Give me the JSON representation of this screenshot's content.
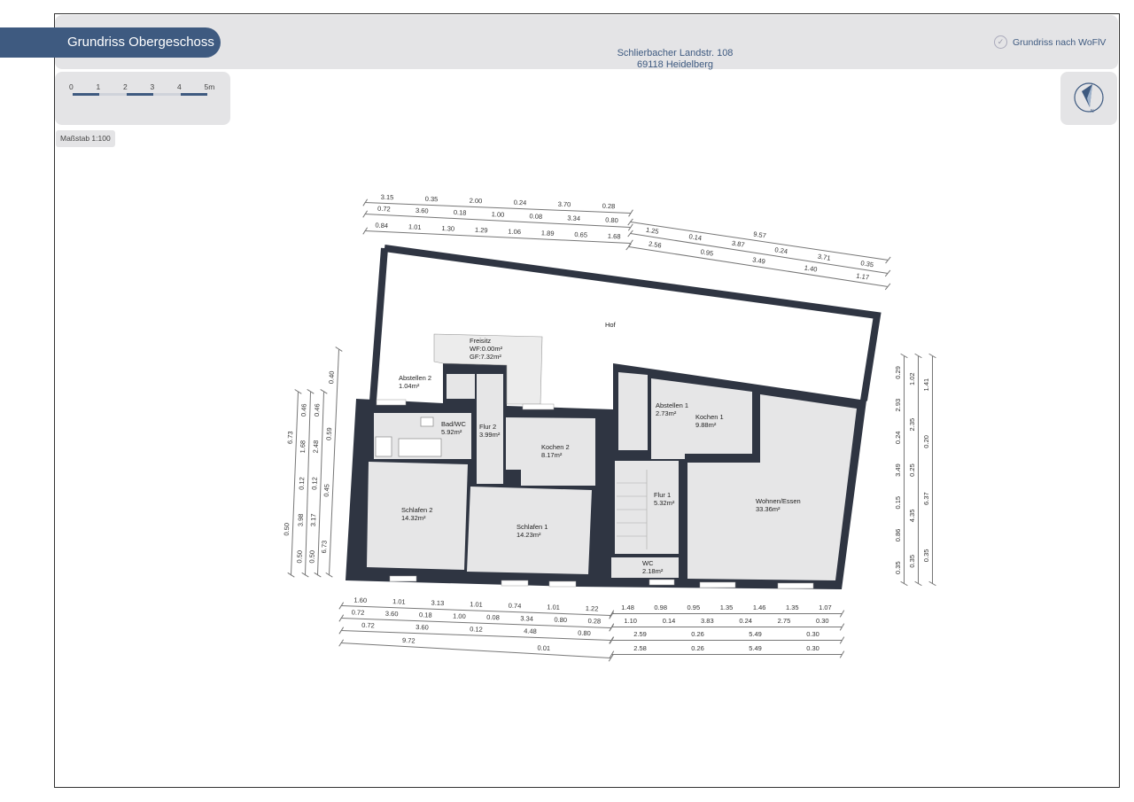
{
  "header": {
    "title": "Grundriss Obergeschoss",
    "address_line1": "Schlierbacher Landstr. 108",
    "address_line2": "69118 Heidelberg",
    "wofiv_label": "Grundriss nach WoFlV",
    "check_icon": "check-circle-icon"
  },
  "scale": {
    "ticks": [
      "0",
      "1",
      "2",
      "3",
      "4",
      "5m"
    ],
    "label": "Maßstab 1:100"
  },
  "compass": {
    "icon": "compass-north-icon",
    "label": "N"
  },
  "colors": {
    "accent": "#3e5a80",
    "wall": "#2f3542",
    "room": "#e6e6e7",
    "panel": "#e4e4e6"
  },
  "rooms": [
    {
      "name": "Hof",
      "area": ""
    },
    {
      "name": "Freisitz",
      "area": "WF:0.00m²",
      "area2": "GF:7.32m²"
    },
    {
      "name": "Abstellen 2",
      "area": "1.04m²"
    },
    {
      "name": "Bad/WC",
      "area": "5.92m²"
    },
    {
      "name": "Flur 2",
      "area": "3.99m²"
    },
    {
      "name": "Kochen 2",
      "area": "8.17m²"
    },
    {
      "name": "Schlafen 2",
      "area": "14.32m²"
    },
    {
      "name": "Schlafen 1",
      "area": "14.23m²"
    },
    {
      "name": "Abstellen 1",
      "area": "2.73m²"
    },
    {
      "name": "Kochen 1",
      "area": "9.88m²"
    },
    {
      "name": "Flur 1",
      "area": "5.32m²"
    },
    {
      "name": "WC",
      "area": "2.18m²"
    },
    {
      "name": "Wohnen/Essen",
      "area": "33.36m²"
    }
  ],
  "dimensions": {
    "top_left": [
      [
        "3.15",
        "0.35",
        "2.00",
        "0.24",
        "3.70",
        "0.28"
      ],
      [
        "0.72",
        "3.60",
        "0.18",
        "1.00",
        "0.08",
        "3.34",
        "0.80"
      ],
      [
        "0.84",
        "1.01",
        "1.30",
        "1.29",
        "1.06",
        "1.89",
        "0.65",
        "1.68"
      ]
    ],
    "top_right": [
      [
        "9.57"
      ],
      [
        "1.25",
        "0.14",
        "3.87",
        "0.24",
        "3.71",
        "0.35"
      ],
      [
        "2.56",
        "0.95",
        "3.49",
        "1.40",
        "1.17"
      ]
    ],
    "bottom_left": [
      [
        "1.60",
        "1.01",
        "3.13",
        "1.01",
        "0.74",
        "1.01",
        "1.22"
      ],
      [
        "0.72",
        "3.60",
        "0.18",
        "1.00",
        "0.08",
        "3.34",
        "0.80",
        "0.28"
      ],
      [
        "0.72",
        "3.60",
        "0.12",
        "4.48",
        "0.80"
      ],
      [
        "9.72",
        "0.01"
      ]
    ],
    "bottom_right": [
      [
        "1.48",
        "0.98",
        "0.95",
        "1.35",
        "1.46",
        "1.35",
        "1.07"
      ],
      [
        "1.10",
        "0.14",
        "3.83",
        "0.24",
        "2.75",
        "0.30"
      ],
      [
        "2.59",
        "0.26",
        "5.49",
        "0.30"
      ],
      [
        "2.58",
        "0.26",
        "5.49",
        "0.30"
      ]
    ],
    "left": [
      [
        "0.50",
        "6.73"
      ],
      [
        "0.50",
        "3.98",
        "0.12",
        "1.68",
        "0.46"
      ],
      [
        "0.50",
        "3.17",
        "0.12",
        "2.48",
        "0.46"
      ],
      [
        "6.73",
        "0.45",
        "0.59",
        "0.40"
      ]
    ],
    "right": [
      [
        "0.35",
        "0.86",
        "0.15",
        "3.49",
        "0.24",
        "2.93",
        "0.29"
      ],
      [
        "0.35",
        "4.35",
        "0.25",
        "2.35",
        "1.02"
      ],
      [
        "0.35",
        "6.37",
        "0.20",
        "1.41"
      ]
    ]
  }
}
